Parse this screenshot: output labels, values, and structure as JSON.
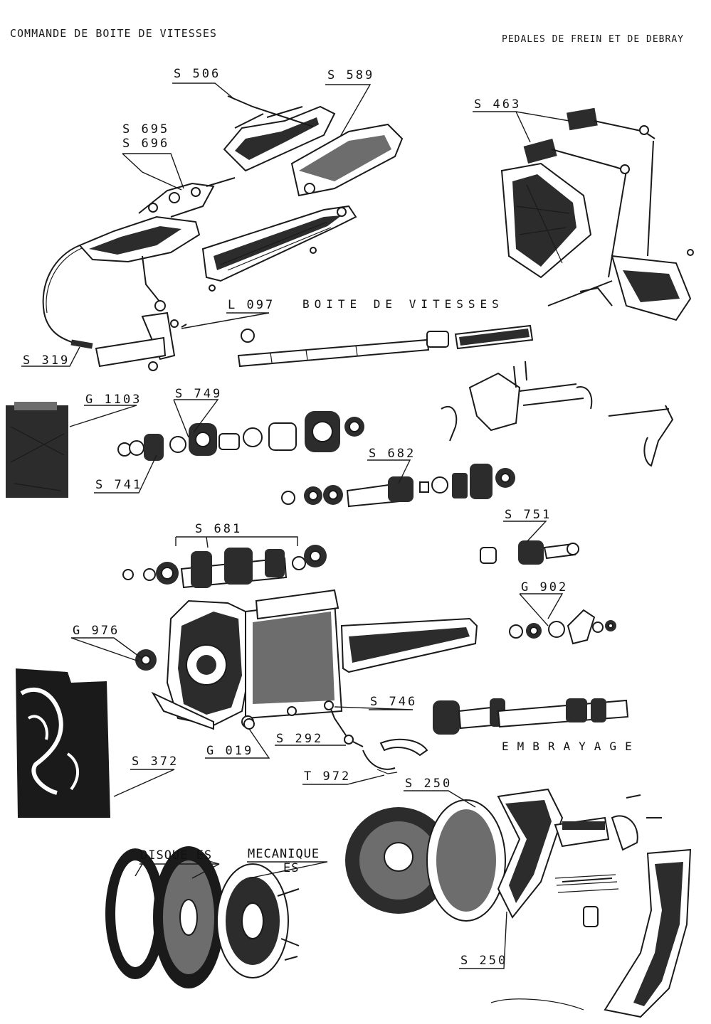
{
  "header": {
    "left": "COMMANDE DE BOITE DE VITESSES",
    "right": "PEDALES DE FREIN ET DE DEBRAY"
  },
  "sections": {
    "gearbox": "BOITE DE VITESSES",
    "clutch": "EMBRAYAGE"
  },
  "labels": {
    "s506": "S 506",
    "s589": "S 589",
    "s463": "S 463",
    "s695": "S 695",
    "s696": "S 696",
    "l097": "L 097",
    "s319": "S 319",
    "g1103": "G 1103",
    "s749": "S 749",
    "s741": "S 741",
    "s682": "S 682",
    "s681": "S 681",
    "s751": "S 751",
    "g902": "G 902",
    "g976": "G 976",
    "s746": "S 746",
    "s292": "S 292",
    "g019": "G 019",
    "s372": "S 372",
    "t972": "T 972",
    "s250_top": "S 250",
    "s250_bottom": "S 250",
    "disque": "DISQUE ES",
    "mecanique_1": "MECANIQUE",
    "mecanique_2": "ES"
  },
  "colors": {
    "ink": "#1a1a1a",
    "paper": "#ffffff",
    "shade": "#6d6d6d"
  }
}
